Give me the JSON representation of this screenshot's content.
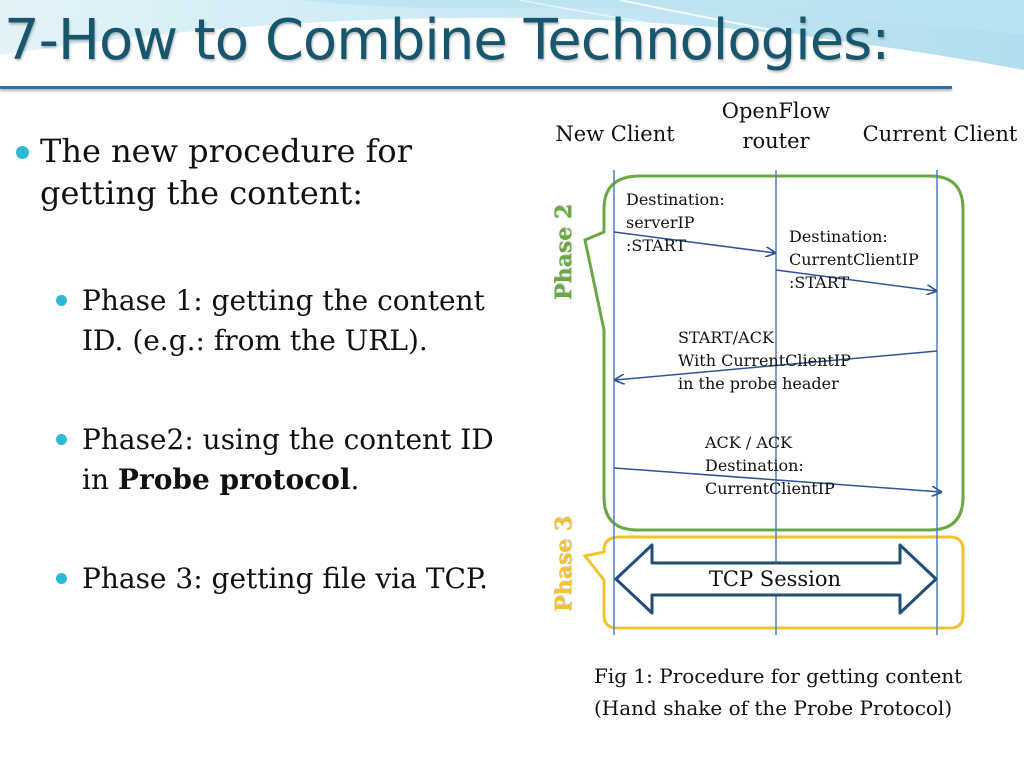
{
  "slide": {
    "title": "7-How to Combine Technologies:",
    "bullet_main": "The new procedure for getting the content:",
    "sub_bullets": [
      {
        "text": "Phase 1: getting the content ID. (e.g.: from the URL)."
      },
      {
        "text_before": "Phase2: using the  content ID in ",
        "bold": "Probe protocol",
        "text_after": "."
      },
      {
        "text": "Phase 3: getting file via TCP."
      }
    ]
  },
  "diagram": {
    "participants": {
      "new_client": "New Client",
      "router_line1": "OpenFlow",
      "router_line2": "router",
      "current_client": "Current Client"
    },
    "phase2_label": "Phase 2",
    "phase3_label": "Phase 3",
    "messages": [
      {
        "lines": [
          "Destination:",
          "serverIP",
          ":START"
        ]
      },
      {
        "lines": [
          "Destination:",
          "CurrentClientIP",
          ":START"
        ]
      },
      {
        "lines": [
          "START/ACK",
          "With CurrentClientIP",
          "in the probe header"
        ]
      },
      {
        "lines": [
          "ACK / ACK",
          "Destination:",
          "CurrentClientIP"
        ]
      }
    ],
    "tcp_session": "TCP Session",
    "caption_line1": "Fig 1: Procedure for getting content",
    "caption_line2": "(Hand shake of the Probe Protocol)"
  },
  "colors": {
    "title": "#17566d",
    "bullet": "#2eb8d6",
    "phase2": "#6aa843",
    "phase3": "#f2c230",
    "lifeline": "#4f81bd",
    "arrow": "#2f5597"
  }
}
